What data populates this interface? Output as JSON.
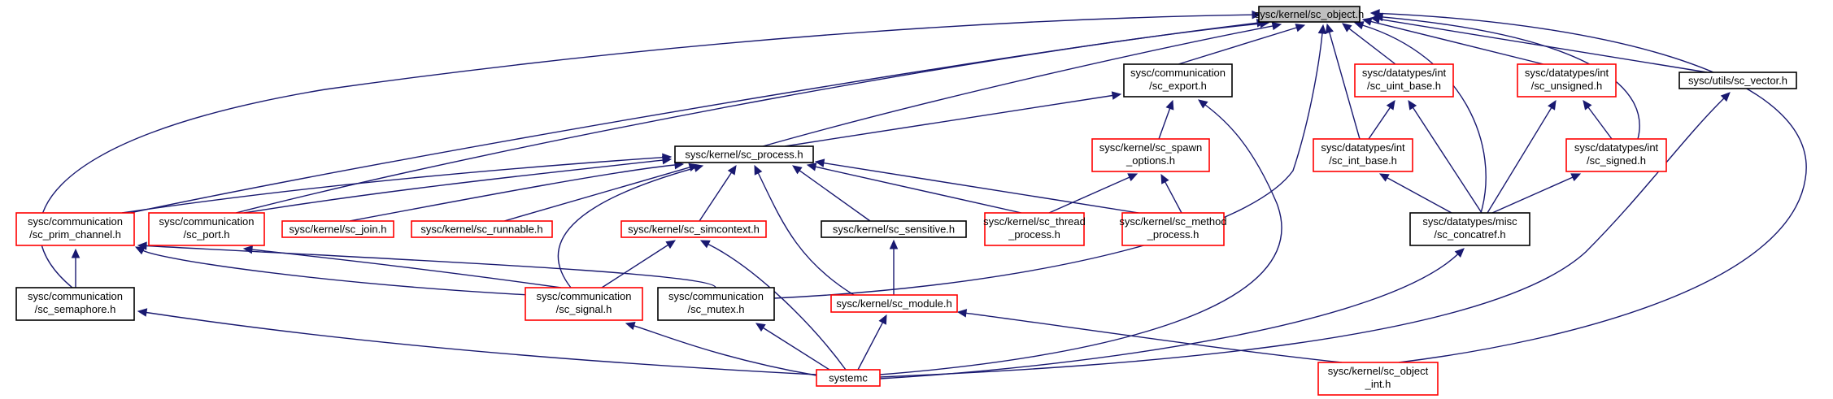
{
  "nodes": {
    "object_h": {
      "lines": [
        "sysc/kernel/sc_object.h"
      ],
      "style": "gray"
    },
    "export_h": {
      "lines": [
        "sysc/communication",
        "/sc_export.h"
      ],
      "style": "black"
    },
    "uint_base_h": {
      "lines": [
        "sysc/datatypes/int",
        "/sc_uint_base.h"
      ],
      "style": "red"
    },
    "unsigned_h": {
      "lines": [
        "sysc/datatypes/int",
        "/sc_unsigned.h"
      ],
      "style": "red"
    },
    "vector_h": {
      "lines": [
        "sysc/utils/sc_vector.h"
      ],
      "style": "black"
    },
    "process_h": {
      "lines": [
        "sysc/kernel/sc_process.h"
      ],
      "style": "black"
    },
    "spawn_options_h": {
      "lines": [
        "sysc/kernel/sc_spawn",
        "_options.h"
      ],
      "style": "red"
    },
    "int_base_h": {
      "lines": [
        "sysc/datatypes/int",
        "/sc_int_base.h"
      ],
      "style": "red"
    },
    "signed_h": {
      "lines": [
        "sysc/datatypes/int",
        "/sc_signed.h"
      ],
      "style": "red"
    },
    "prim_channel_h": {
      "lines": [
        "sysc/communication",
        "/sc_prim_channel.h"
      ],
      "style": "red"
    },
    "port_h": {
      "lines": [
        "sysc/communication",
        "/sc_port.h"
      ],
      "style": "red"
    },
    "join_h": {
      "lines": [
        "sysc/kernel/sc_join.h"
      ],
      "style": "red"
    },
    "runnable_h": {
      "lines": [
        "sysc/kernel/sc_runnable.h"
      ],
      "style": "red"
    },
    "simcontext_h": {
      "lines": [
        "sysc/kernel/sc_simcontext.h"
      ],
      "style": "red"
    },
    "sensitive_h": {
      "lines": [
        "sysc/kernel/sc_sensitive.h"
      ],
      "style": "black"
    },
    "thread_process_h": {
      "lines": [
        "sysc/kernel/sc_thread",
        "_process.h"
      ],
      "style": "red"
    },
    "method_process_h": {
      "lines": [
        "sysc/kernel/sc_method",
        "_process.h"
      ],
      "style": "red"
    },
    "concatref_h": {
      "lines": [
        "sysc/datatypes/misc",
        "/sc_concatref.h"
      ],
      "style": "black"
    },
    "semaphore_h": {
      "lines": [
        "sysc/communication",
        "/sc_semaphore.h"
      ],
      "style": "black"
    },
    "signal_h": {
      "lines": [
        "sysc/communication",
        "/sc_signal.h"
      ],
      "style": "red"
    },
    "mutex_h": {
      "lines": [
        "sysc/communication",
        "/sc_mutex.h"
      ],
      "style": "black"
    },
    "module_h": {
      "lines": [
        "sysc/kernel/sc_module.h"
      ],
      "style": "red"
    },
    "systemc": {
      "lines": [
        "systemc"
      ],
      "style": "red"
    },
    "object_int_h": {
      "lines": [
        "sysc/kernel/sc_object",
        "_int.h"
      ],
      "style": "red"
    }
  },
  "edges": [
    {
      "from": "export_h",
      "to": "object_h"
    },
    {
      "from": "uint_base_h",
      "to": "object_h"
    },
    {
      "from": "unsigned_h",
      "to": "object_h"
    },
    {
      "from": "vector_h",
      "to": "object_h"
    },
    {
      "from": "process_h",
      "to": "object_h"
    },
    {
      "from": "int_base_h",
      "to": "object_h"
    },
    {
      "from": "signed_h",
      "to": "object_h"
    },
    {
      "from": "prim_channel_h",
      "to": "object_h"
    },
    {
      "from": "port_h",
      "to": "object_h"
    },
    {
      "from": "concatref_h",
      "to": "object_h"
    },
    {
      "from": "semaphore_h",
      "to": "object_h"
    },
    {
      "from": "mutex_h",
      "to": "object_h"
    },
    {
      "from": "object_int_h",
      "to": "object_h"
    },
    {
      "from": "process_h",
      "to": "export_h"
    },
    {
      "from": "spawn_options_h",
      "to": "export_h"
    },
    {
      "from": "systemc",
      "to": "export_h"
    },
    {
      "from": "int_base_h",
      "to": "uint_base_h"
    },
    {
      "from": "concatref_h",
      "to": "uint_base_h"
    },
    {
      "from": "concatref_h",
      "to": "unsigned_h"
    },
    {
      "from": "signed_h",
      "to": "unsigned_h"
    },
    {
      "from": "systemc",
      "to": "vector_h"
    },
    {
      "from": "prim_channel_h",
      "to": "process_h"
    },
    {
      "from": "port_h",
      "to": "process_h"
    },
    {
      "from": "join_h",
      "to": "process_h"
    },
    {
      "from": "runnable_h",
      "to": "process_h"
    },
    {
      "from": "simcontext_h",
      "to": "process_h"
    },
    {
      "from": "sensitive_h",
      "to": "process_h"
    },
    {
      "from": "thread_process_h",
      "to": "process_h"
    },
    {
      "from": "method_process_h",
      "to": "process_h"
    },
    {
      "from": "signal_h",
      "to": "process_h"
    },
    {
      "from": "module_h",
      "to": "process_h"
    },
    {
      "from": "thread_process_h",
      "to": "spawn_options_h"
    },
    {
      "from": "method_process_h",
      "to": "spawn_options_h"
    },
    {
      "from": "concatref_h",
      "to": "int_base_h"
    },
    {
      "from": "concatref_h",
      "to": "signed_h"
    },
    {
      "from": "semaphore_h",
      "to": "prim_channel_h"
    },
    {
      "from": "signal_h",
      "to": "prim_channel_h"
    },
    {
      "from": "mutex_h",
      "to": "prim_channel_h"
    },
    {
      "from": "signal_h",
      "to": "port_h"
    },
    {
      "from": "signal_h",
      "to": "simcontext_h"
    },
    {
      "from": "systemc",
      "to": "simcontext_h"
    },
    {
      "from": "module_h",
      "to": "sensitive_h"
    },
    {
      "from": "systemc",
      "to": "concatref_h"
    },
    {
      "from": "systemc",
      "to": "semaphore_h"
    },
    {
      "from": "systemc",
      "to": "signal_h"
    },
    {
      "from": "systemc",
      "to": "mutex_h"
    },
    {
      "from": "systemc",
      "to": "module_h"
    },
    {
      "from": "object_int_h",
      "to": "module_h"
    }
  ]
}
